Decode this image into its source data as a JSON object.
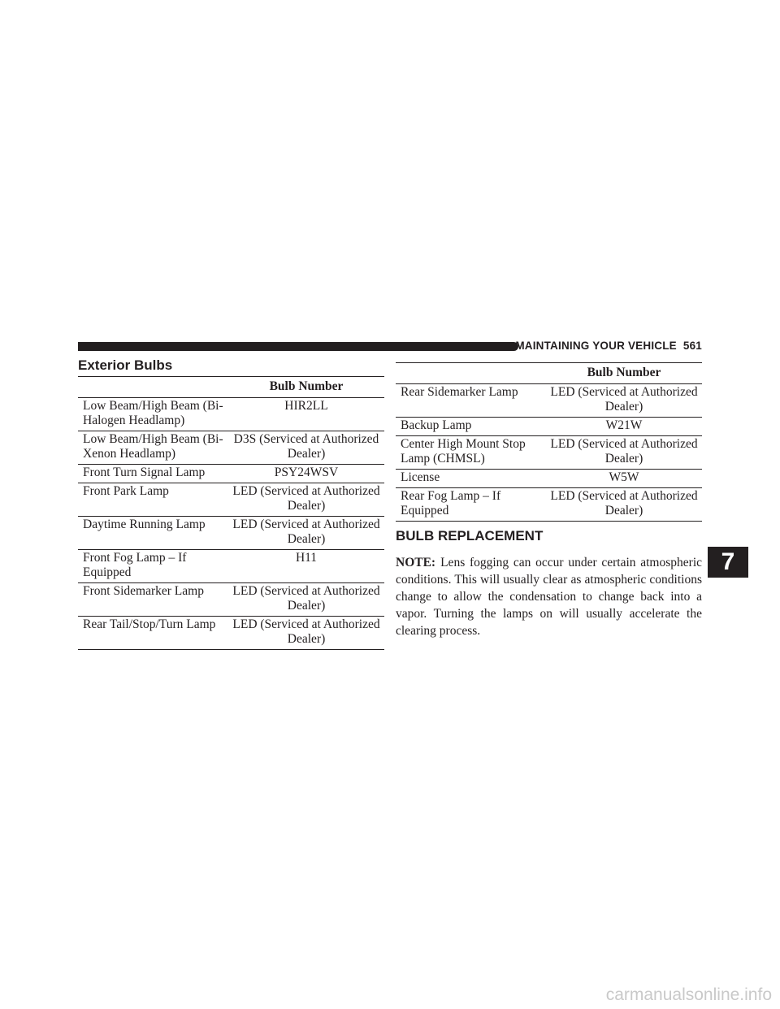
{
  "header": {
    "section": "MAINTAINING YOUR VEHICLE",
    "page_number": "561"
  },
  "exterior_bulbs": {
    "title": "Exterior Bulbs",
    "column_header": "Bulb Number",
    "rows": [
      {
        "name": "Low Beam/High Beam (Bi-Halogen Headlamp)",
        "value": "HIR2LL"
      },
      {
        "name": "Low Beam/High Beam (Bi-Xenon Headlamp)",
        "value": "D3S (Serviced at Authorized Dealer)"
      },
      {
        "name": "Front Turn Signal Lamp",
        "value": "PSY24WSV"
      },
      {
        "name": "Front Park Lamp",
        "value": "LED (Serviced at Authorized Dealer)"
      },
      {
        "name": "Daytime Running Lamp",
        "value": "LED (Serviced at Authorized Dealer)"
      },
      {
        "name": "Front Fog Lamp – If Equipped",
        "value": "H11"
      },
      {
        "name": "Front Sidemarker Lamp",
        "value": "LED (Serviced at Authorized Dealer)"
      },
      {
        "name": "Rear Tail/Stop/Turn Lamp",
        "value": "LED (Serviced at Authorized Dealer)"
      }
    ]
  },
  "exterior_bulbs_cont": {
    "column_header": "Bulb Number",
    "rows": [
      {
        "name": "Rear Sidemarker Lamp",
        "value": "LED (Serviced at Authorized Dealer)"
      },
      {
        "name": "Backup Lamp",
        "value": "W21W"
      },
      {
        "name": "Center High Mount Stop Lamp (CHMSL)",
        "value": "LED (Serviced at Authorized Dealer)"
      },
      {
        "name": "License",
        "value": "W5W"
      },
      {
        "name": "Rear Fog Lamp – If Equipped",
        "value": "LED (Serviced at Authorized Dealer)"
      }
    ]
  },
  "bulb_replacement": {
    "heading": "BULB REPLACEMENT",
    "note_label": "NOTE:",
    "note_text": "Lens fogging can occur under certain atmospheric conditions. This will usually clear as atmospheric conditions change to allow the condensation to change back into a vapor. Turning the lamps on will usually accelerate the clearing process."
  },
  "chapter_tab": "7",
  "watermark": "carmanualsonline.info"
}
